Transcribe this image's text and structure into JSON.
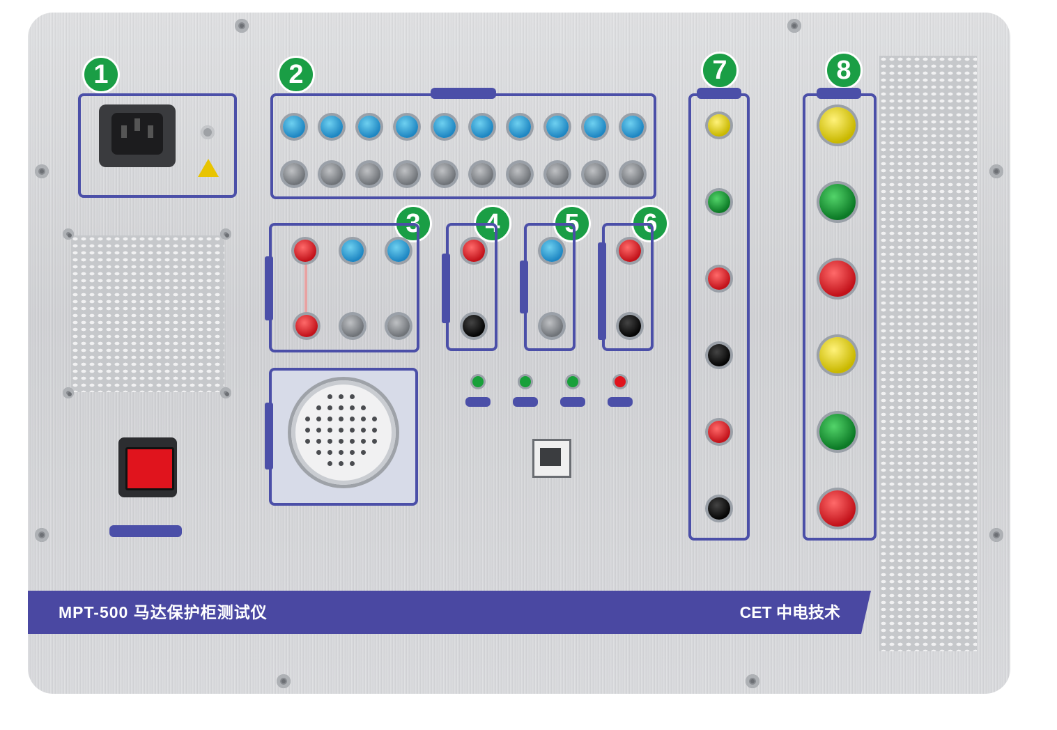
{
  "panel": {
    "model_title": "MPT-500 马达保护柜测试仪",
    "brand": "CET 中电技术",
    "accent": "#4a48a2",
    "badge_color": "#1a9e45"
  },
  "sections": [
    {
      "number": "1"
    },
    {
      "number": "2"
    },
    {
      "number": "3"
    },
    {
      "number": "4"
    },
    {
      "number": "5"
    },
    {
      "number": "6"
    },
    {
      "number": "7"
    },
    {
      "number": "8"
    }
  ]
}
